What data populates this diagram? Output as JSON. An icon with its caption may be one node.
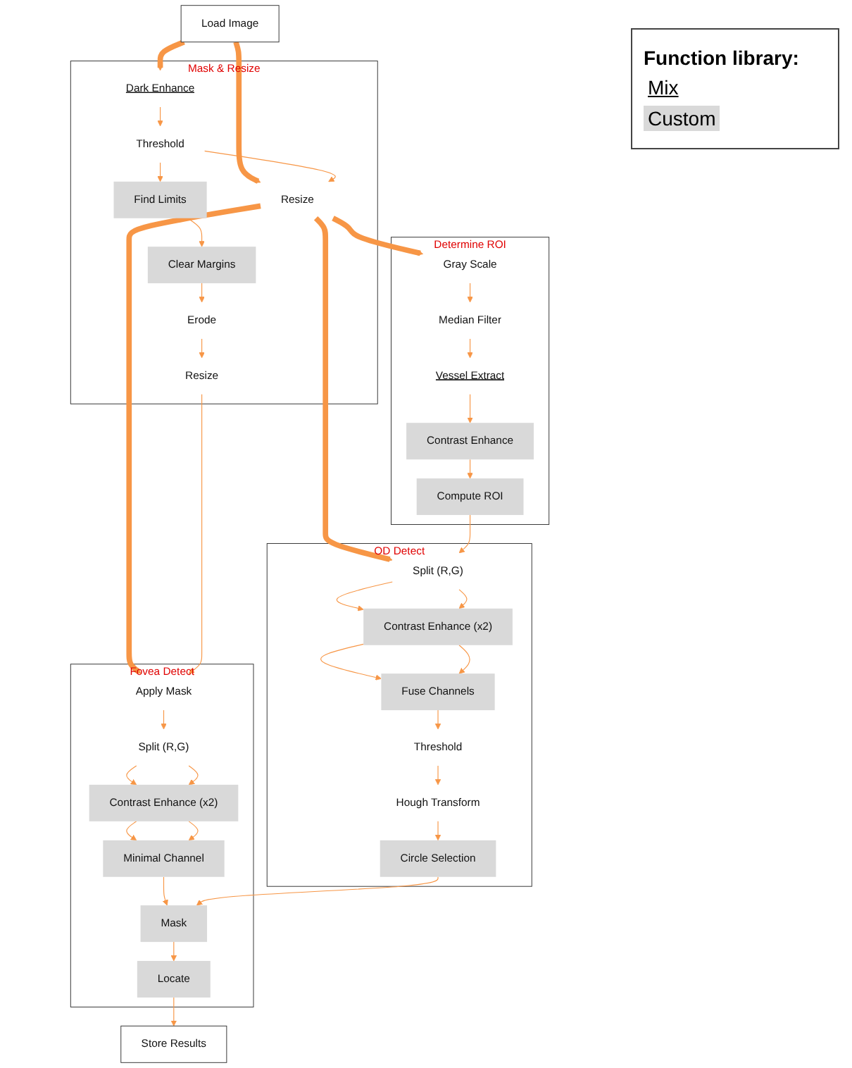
{
  "diagram": {
    "nodes": [
      {
        "text": [
          "Load Image"
        ]
      },
      {
        "text": [
          "Mask & Resize"
        ]
      },
      {
        "text": [
          "Dark Enhance"
        ],
        "in": 1
      },
      {
        "text": [
          "Threshold"
        ],
        "in": 1
      },
      {
        "text": [
          "Find Limits"
        ],
        "in": 1
      },
      {
        "text": [
          "Resize"
        ],
        "in": 1
      },
      {
        "text": [
          "Clear Margins"
        ],
        "in": 1
      },
      {
        "text": [
          "Erode"
        ],
        "in": 1
      },
      {
        "text": [
          "Resize"
        ],
        "in": 1
      },
      {
        "text": [
          "Determine ROI"
        ]
      },
      {
        "text": [
          "Gray Scale"
        ],
        "in": 9
      },
      {
        "text": [
          "Median Filter"
        ],
        "in": 9
      },
      {
        "text": [
          "Vessel Extract"
        ],
        "in": 9
      },
      {
        "text": [
          "Contrast Enhance"
        ],
        "in": 9
      },
      {
        "text": [
          "Compute ROI"
        ],
        "in": 9
      },
      {
        "text": [
          "Fovea Detect"
        ]
      },
      {
        "text": [
          "Apply Mask"
        ],
        "in": 15
      },
      {
        "text": [
          "Split (R,G)"
        ],
        "in": 15
      },
      {
        "text": [
          "Contrast Enhance (x2)"
        ],
        "in": 15
      },
      {
        "text": [
          "Minimal Channel"
        ],
        "in": 15
      },
      {
        "text": [
          "Mask"
        ],
        "in": 15
      },
      {
        "text": [
          "Locate"
        ],
        "in": 15
      },
      {
        "text": [
          "OD Detect"
        ]
      },
      {
        "text": [
          "Split (R,G)"
        ],
        "in": 22
      },
      {
        "text": [
          "Contrast Enhance (x2)"
        ],
        "in": 22
      },
      {
        "text": [
          "Fuse Channels"
        ],
        "in": 22
      },
      {
        "text": [
          "Threshold"
        ],
        "in": 22
      },
      {
        "text": [
          "Hough Transform"
        ],
        "in": 22
      },
      {
        "text": [
          "Circle Selection"
        ],
        "in": 22
      },
      {
        "text": [
          "Store Results"
        ]
      }
    ],
    "edges": [
      {
        "from": 0,
        "to": 2,
        "arrow": "to",
        "style": "thick"
      },
      {
        "from": 0,
        "to": 5,
        "arrow": "to",
        "style": "thick"
      },
      {
        "from": 2,
        "to": 3,
        "arrow": "to"
      },
      {
        "from": 3,
        "to": 4,
        "arrow": "to"
      },
      {
        "from": 3,
        "to": 5,
        "arrow": "to"
      },
      {
        "from": 4,
        "to": 6,
        "arrow": "to"
      },
      {
        "from": 6,
        "to": 7,
        "arrow": "to"
      },
      {
        "from": 7,
        "to": 8,
        "arrow": "to"
      },
      {
        "from": 5,
        "to": 10,
        "arrow": "to",
        "style": "thick"
      },
      {
        "from": 10,
        "to": 11,
        "arrow": "to"
      },
      {
        "from": 11,
        "to": 12,
        "arrow": "to"
      },
      {
        "from": 12,
        "to": 13,
        "arrow": "to"
      },
      {
        "from": 13,
        "to": 14,
        "arrow": "to"
      },
      {
        "from": 5,
        "to": 16,
        "arrow": "to",
        "style": "thick"
      },
      {
        "from": 8,
        "to": 16,
        "arrow": "to"
      },
      {
        "from": 5,
        "to": 23,
        "arrow": "to",
        "style": "thick"
      },
      {
        "from": 14,
        "to": 23,
        "arrow": "to"
      },
      {
        "from": 16,
        "to": 17,
        "arrow": "to"
      },
      {
        "from": 17,
        "to": 18,
        "arrow": "to"
      },
      {
        "from": 17,
        "to": 18,
        "arrow": "to"
      },
      {
        "from": 18,
        "to": 19,
        "arrow": "to"
      },
      {
        "from": 18,
        "to": 19,
        "arrow": "to"
      },
      {
        "from": 19,
        "to": 20,
        "arrow": "to"
      },
      {
        "from": 28,
        "to": 20,
        "arrow": "to"
      },
      {
        "from": 20,
        "to": 21,
        "arrow": "to"
      },
      {
        "from": 21,
        "to": 29,
        "arrow": "to"
      },
      {
        "from": 23,
        "to": 24,
        "arrow": "to"
      },
      {
        "from": 23,
        "to": 24,
        "arrow": "to"
      },
      {
        "from": 24,
        "to": 25,
        "arrow": "to"
      },
      {
        "from": 24,
        "to": 25,
        "arrow": "to"
      },
      {
        "from": 25,
        "to": 26,
        "arrow": "to"
      },
      {
        "from": 26,
        "to": 27,
        "arrow": "to"
      },
      {
        "from": 27,
        "to": 28,
        "arrow": "to"
      }
    ],
    "labels": [
      "Function library:"
    ],
    "legend": [
      {
        "text": "Mix"
      },
      {
        "text": "Custom",
        "color": "#d9d9d9"
      }
    ]
  }
}
